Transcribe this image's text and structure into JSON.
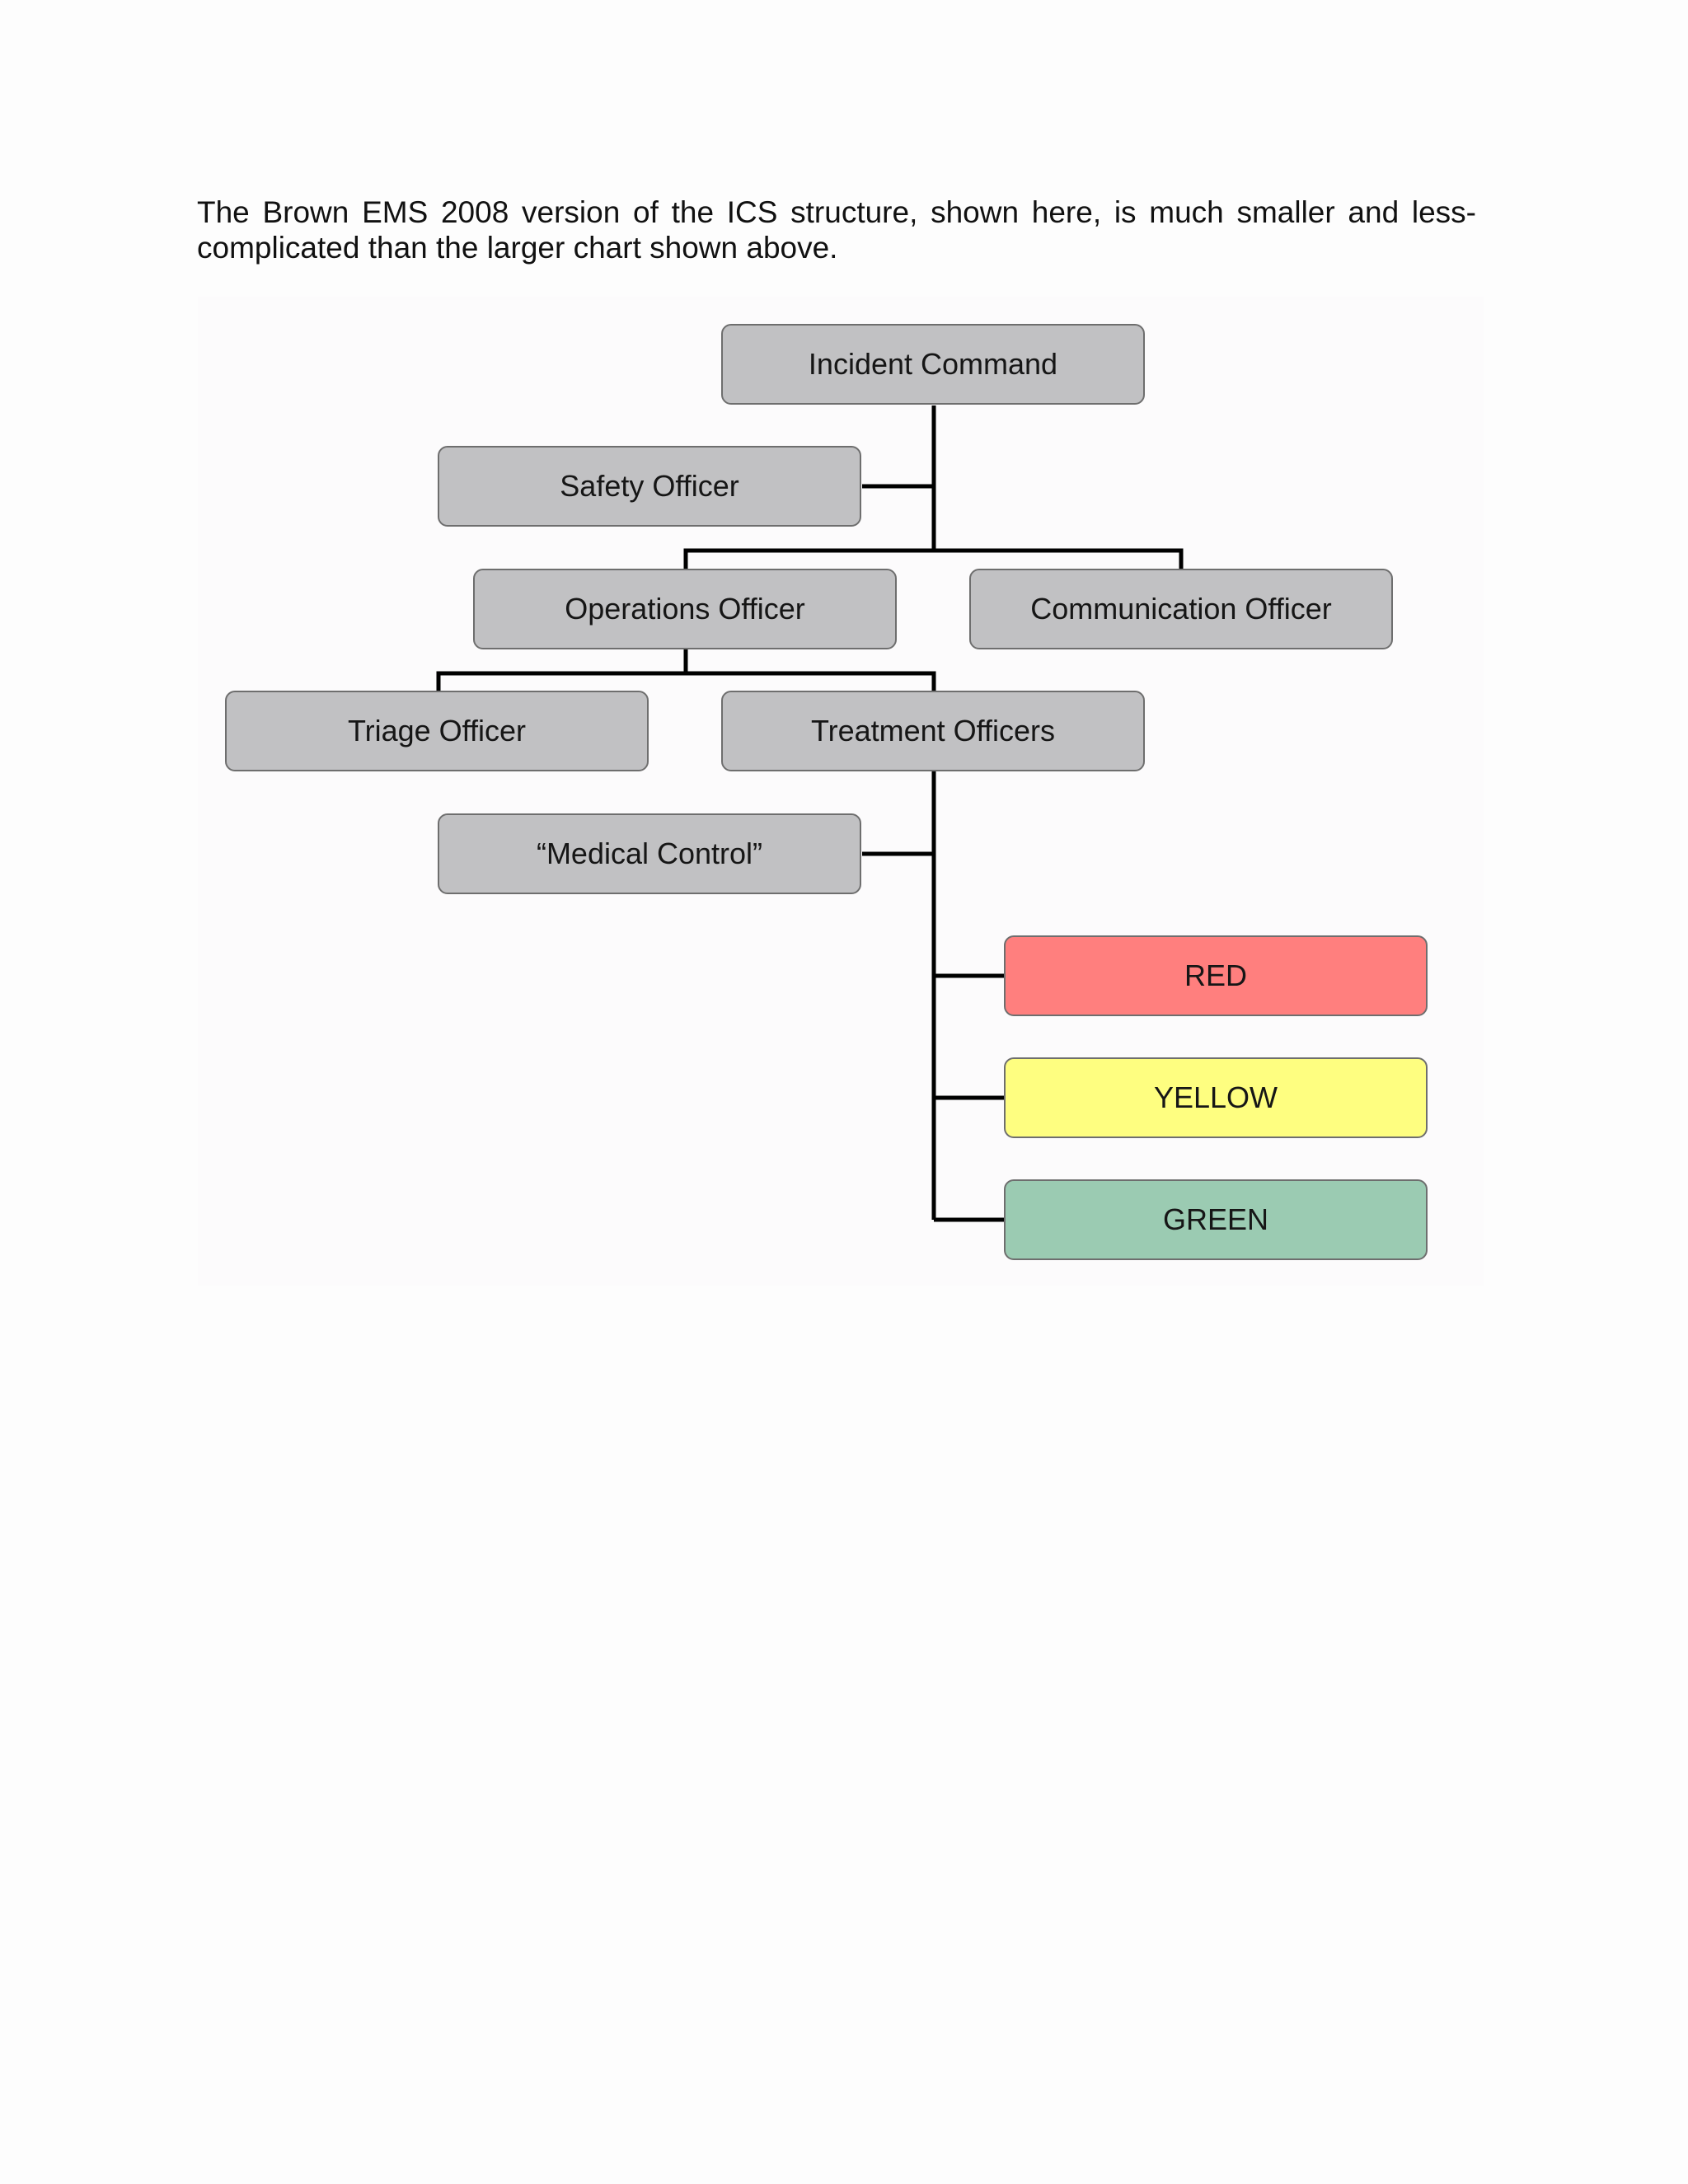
{
  "intro_text": "The Brown EMS 2008 version of the ICS structure, shown here, is much smaller and less-complicated than the larger chart shown above.",
  "nodes": {
    "incident_command": "Incident Command",
    "safety_officer": "Safety Officer",
    "operations_officer": "Operations Officer",
    "communication_officer": "Communication Officer",
    "triage_officer": "Triage Officer",
    "treatment_officers": "Treatment Officers",
    "medical_control": "“Medical Control”",
    "red": "RED",
    "yellow": "YELLOW",
    "green": "GREEN"
  },
  "colors": {
    "box_fill": "#c1c1c3",
    "red": "#ff7f7e",
    "yellow": "#fefe80",
    "green": "#9bcbb2",
    "connector": "#000000"
  }
}
